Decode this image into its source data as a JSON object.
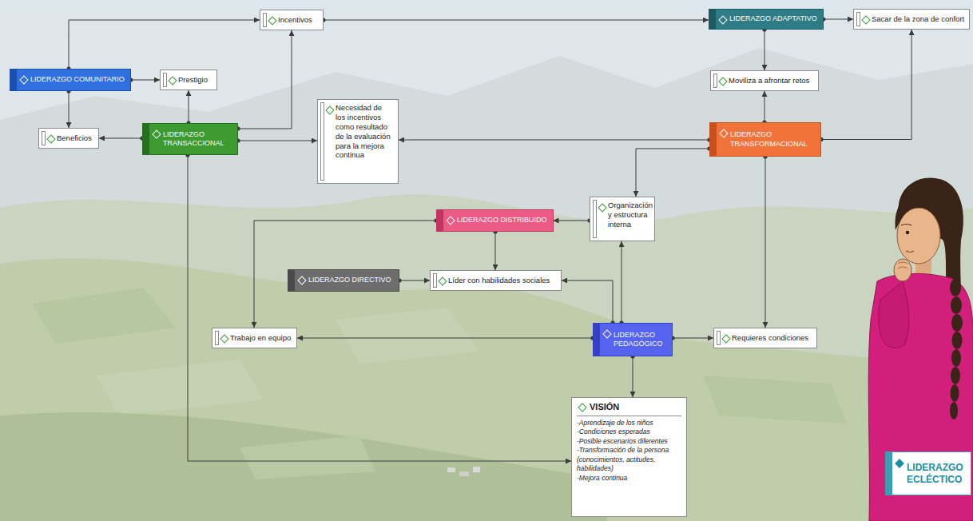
{
  "diagram": {
    "nodes": [
      {
        "text": [
          "Incentivos"
        ]
      },
      {
        "text": [
          "LIDERAZGO ADAPTATIVO"
        ]
      },
      {
        "text": [
          "Sacar de la zona de confort"
        ]
      },
      {
        "text": [
          "LIDERAZGO COMUNITARIO"
        ]
      },
      {
        "text": [
          "Prestigio"
        ]
      },
      {
        "text": [
          "Moviliza a afrontar retos"
        ]
      },
      {
        "text": [
          "Beneficios"
        ]
      },
      {
        "text": [
          "LIDERAZGO TRANSACCIONAL"
        ]
      },
      {
        "text": [
          "Necesidad de los incentivos como resultado de la evaluación para la mejora continua"
        ]
      },
      {
        "text": [
          "LIDERAZGO TRANSFORMACIONAL"
        ]
      },
      {
        "text": [
          "Organización y estructura interna"
        ]
      },
      {
        "text": [
          "LIDERAZGO DISTRIBUIDO"
        ]
      },
      {
        "text": [
          "LIDERAZGO DIRECTIVO"
        ]
      },
      {
        "text": [
          "Líder con habilidades sociales"
        ]
      },
      {
        "text": [
          "Trabajo en equipo"
        ]
      },
      {
        "text": [
          "LIDERAZGO PEDAGÓGICO"
        ]
      },
      {
        "text": [
          "Requieres condiciones"
        ]
      },
      {
        "text": [
          "VISIÓN",
          "-Aprendizaje de los niños",
          "-Condiciones esperadas",
          "-Posible escenarios diferentes",
          "-Transformación de la persona (conocimientos, actitudes, habilidades)",
          "-Mejora continua"
        ]
      },
      {
        "text": [
          "LIDERAZGO ECLÉCTICO"
        ]
      }
    ],
    "edges": [
      {
        "from": 3,
        "to": 0,
        "arrow": "to"
      },
      {
        "from": 0,
        "to": 1,
        "arrow": "to"
      },
      {
        "from": 1,
        "to": 2,
        "arrow": "to"
      },
      {
        "from": 3,
        "to": 4,
        "arrow": "to"
      },
      {
        "from": 1,
        "to": 5,
        "arrow": "to"
      },
      {
        "from": 3,
        "to": 6,
        "arrow": "to"
      },
      {
        "from": 7,
        "to": 6,
        "arrow": "to"
      },
      {
        "from": 7,
        "to": 4,
        "arrow": "to"
      },
      {
        "from": 7,
        "to": 0,
        "arrow": "to"
      },
      {
        "from": 7,
        "to": 8,
        "arrow": "to"
      },
      {
        "from": 9,
        "to": 8,
        "arrow": "to"
      },
      {
        "from": 9,
        "to": 5,
        "arrow": "to"
      },
      {
        "from": 9,
        "to": 2,
        "arrow": "to"
      },
      {
        "from": 9,
        "to": 10,
        "arrow": "to"
      },
      {
        "from": 9,
        "to": 16,
        "arrow": "to"
      },
      {
        "from": 10,
        "to": 11,
        "arrow": "to"
      },
      {
        "from": 11,
        "to": 13,
        "arrow": "to"
      },
      {
        "from": 11,
        "to": 14,
        "arrow": "to"
      },
      {
        "from": 12,
        "to": 13,
        "arrow": "to"
      },
      {
        "from": 15,
        "to": 13,
        "arrow": "to"
      },
      {
        "from": 15,
        "to": 10,
        "arrow": "to"
      },
      {
        "from": 15,
        "to": 14,
        "arrow": "to"
      },
      {
        "from": 15,
        "to": 16,
        "arrow": "to"
      },
      {
        "from": 15,
        "to": 17,
        "arrow": "to"
      },
      {
        "from": 7,
        "to": 17,
        "arrow": "to"
      }
    ]
  }
}
